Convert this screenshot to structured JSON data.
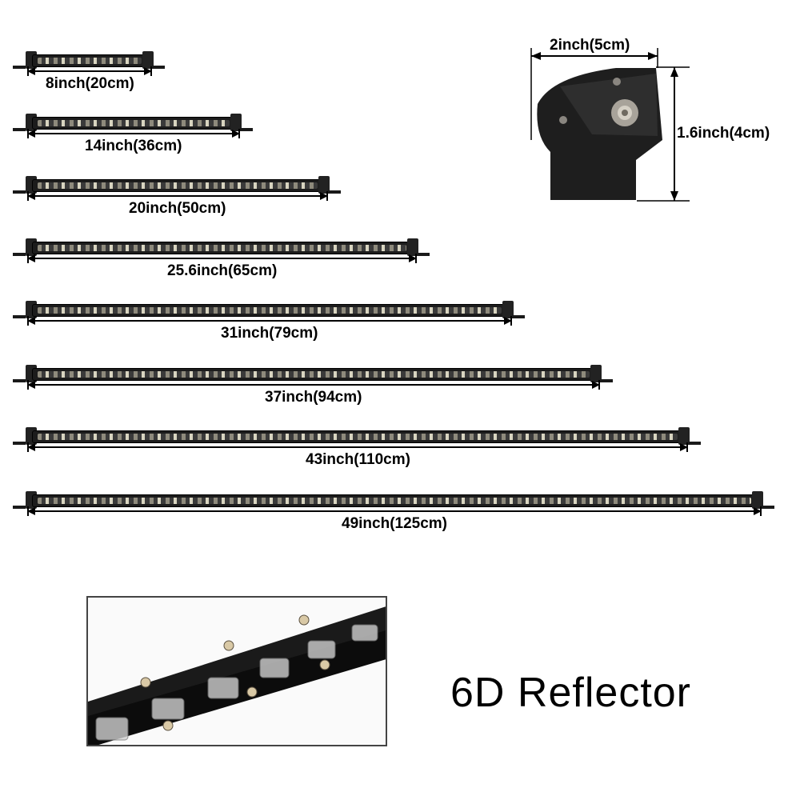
{
  "bars": [
    {
      "label": "8inch(20cm)",
      "fraction": 0.17
    },
    {
      "label": "14inch(36cm)",
      "fraction": 0.29
    },
    {
      "label": "20inch(50cm)",
      "fraction": 0.41
    },
    {
      "label": "25.6inch(65cm)",
      "fraction": 0.53
    },
    {
      "label": "31inch(79cm)",
      "fraction": 0.66
    },
    {
      "label": "37inch(94cm)",
      "fraction": 0.78
    },
    {
      "label": "43inch(110cm)",
      "fraction": 0.9
    },
    {
      "label": "49inch(125cm)",
      "fraction": 1.0
    }
  ],
  "bracket_detail": {
    "width_label": "2inch(5cm)",
    "height_label": "1.6inch(4cm)"
  },
  "feature": {
    "title": "6D Reflector"
  }
}
